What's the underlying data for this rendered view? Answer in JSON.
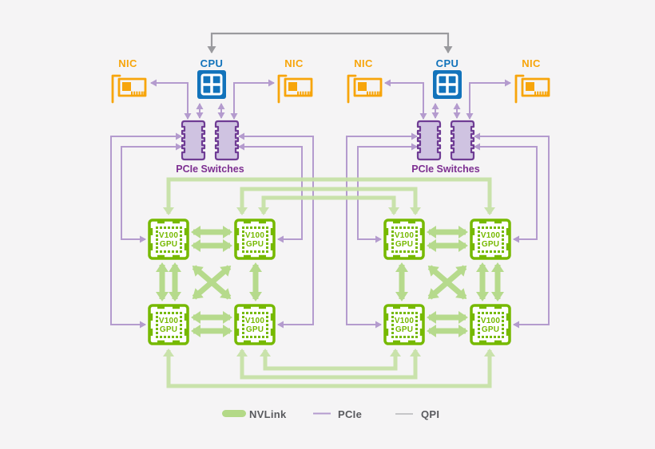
{
  "diagram": {
    "type": "system-topology",
    "description": "Dual-CPU 8x V100 GPU server topology with PCIe switches, NICs, NVLink hybrid cube mesh, PCIe and QPI interconnects",
    "labels": {
      "nic": "NIC",
      "cpu": "CPU",
      "pcie_switches": "PCIe Switches",
      "gpu_line1": "V100",
      "gpu_line2": "GPU"
    },
    "legend": {
      "nvlink": "NVLink",
      "pcie": "PCIe",
      "qpi": "QPI"
    },
    "colors": {
      "background": "#F5F4F5",
      "nvidia_green": "#76B900",
      "nvlink_short_arrow": "#B3D987",
      "nvlink_long_line": "#C7E2A8",
      "pcie_purple": "#B49BCE",
      "switch_fill": "#CFC3E1",
      "switch_border": "#6F3C94",
      "switch_label_purple": "#7D2F91",
      "nic_orange": "#F7A50B",
      "cpu_blue": "#1273BB",
      "qpi_gray": "#9A9A9E",
      "legend_text": "#595A5E"
    },
    "nodes": {
      "cpus": [
        {
          "id": "cpu-left",
          "label": "CPU"
        },
        {
          "id": "cpu-right",
          "label": "CPU"
        }
      ],
      "nics": [
        {
          "id": "nic-outer-left",
          "label": "NIC"
        },
        {
          "id": "nic-inner-left",
          "label": "NIC"
        },
        {
          "id": "nic-inner-right",
          "label": "NIC"
        },
        {
          "id": "nic-outer-right",
          "label": "NIC"
        }
      ],
      "pcie_switches": [
        {
          "id": "sw-l1",
          "group": "left"
        },
        {
          "id": "sw-l2",
          "group": "left"
        },
        {
          "id": "sw-r1",
          "group": "right"
        },
        {
          "id": "sw-r2",
          "group": "right"
        }
      ],
      "switch_group_labels": [
        {
          "side": "left",
          "label": "PCIe Switches"
        },
        {
          "side": "right",
          "label": "PCIe Switches"
        }
      ],
      "gpus": [
        {
          "id": "gpu-l-tl",
          "label": "V100 GPU"
        },
        {
          "id": "gpu-l-tr",
          "label": "V100 GPU"
        },
        {
          "id": "gpu-l-bl",
          "label": "V100 GPU"
        },
        {
          "id": "gpu-l-br",
          "label": "V100 GPU"
        },
        {
          "id": "gpu-r-tl",
          "label": "V100 GPU"
        },
        {
          "id": "gpu-r-tr",
          "label": "V100 GPU"
        },
        {
          "id": "gpu-r-bl",
          "label": "V100 GPU"
        },
        {
          "id": "gpu-r-br",
          "label": "V100 GPU"
        }
      ]
    },
    "edges": {
      "qpi": [
        "cpu-left <-> cpu-right"
      ],
      "pcie_cpu_switch": [
        "cpu-left <-> sw-l1",
        "cpu-left <-> sw-l2",
        "cpu-right <-> sw-r1",
        "cpu-right <-> sw-r2"
      ],
      "pcie_switch_nic": [
        "sw-l1 <-> nic-outer-left",
        "sw-l2 <-> nic-inner-left",
        "sw-r1 <-> nic-inner-right",
        "sw-r2 <-> nic-outer-right"
      ],
      "pcie_switch_gpu": [
        "sw-l1 <-> gpu-l-tl",
        "sw-l1 <-> gpu-l-bl",
        "sw-l2 <-> gpu-l-tr",
        "sw-l2 <-> gpu-l-br",
        "sw-r1 <-> gpu-r-tl",
        "sw-r1 <-> gpu-r-bl",
        "sw-r2 <-> gpu-r-tr",
        "sw-r2 <-> gpu-r-br"
      ],
      "nvlink_intra_cluster": [
        "gpu-l-tl <-> gpu-l-tr x2",
        "gpu-l-bl <-> gpu-l-br x2",
        "gpu-l-tl <-> gpu-l-bl x2",
        "gpu-l-tr <-> gpu-l-br x1",
        "gpu-l-tl <-> gpu-l-br x1",
        "gpu-l-tr <-> gpu-l-bl x1",
        "gpu-r-tl <-> gpu-r-tr x2",
        "gpu-r-bl <-> gpu-r-br x2",
        "gpu-r-tl <-> gpu-r-bl x1",
        "gpu-r-tr <-> gpu-r-br x2",
        "gpu-r-tl <-> gpu-r-br x1",
        "gpu-r-tr <-> gpu-r-bl x1"
      ],
      "nvlink_cross_cluster": [
        "gpu-l-tl <-> gpu-r-tr x1",
        "gpu-l-tr <-> gpu-r-tl x2",
        "gpu-l-bl <-> gpu-r-br x1",
        "gpu-l-br <-> gpu-r-bl x2"
      ]
    }
  }
}
